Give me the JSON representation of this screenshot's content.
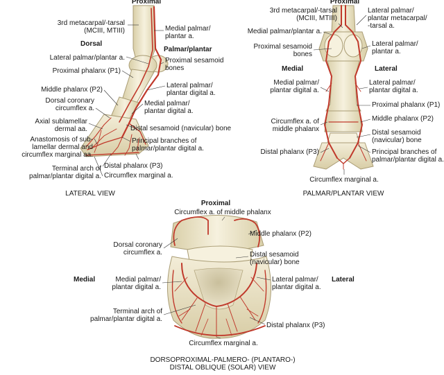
{
  "lateral": {
    "proximal": "Proximal",
    "mc3": "3rd metacarpal/-tarsal\n(MCIII, MTIII)",
    "medial_palmar": "Medial palmar/\nplantar a.",
    "dorsal": "Dorsal",
    "palmar_plantar": "Palmar/plantar",
    "lateral_palmar": "Lateral palmar/plantar a.",
    "prox_sesamoid": "Proximal sesamoid\nbones",
    "p1": "Proximal phalanx (P1)",
    "lat_digital": "Lateral palmar/\nplantar digital a.",
    "p2": "Middle phalanx (P2)",
    "dorsal_coronary": "Dorsal coronary\ncircumflex a.",
    "med_digital": "Medial palmar/\nplantar digital a.",
    "axial": "Axial sublamellar\ndermal aa.",
    "distal_sesamoid": "Distal sesamoid (navicular) bone",
    "anastomosis": "Anastomosis of sub-\nlamellar dermal and\ncircumflex marginal aa.",
    "principal": "Principal branches of\npalmar/plantar digital a.",
    "p3": "Distal phalanx (P3)",
    "terminal_arch": "Terminal arch of\npalmar/plantar digital a.",
    "circ_marginal": "Circumflex marginal a.",
    "caption": "LATERAL VIEW"
  },
  "palmar": {
    "proximal": "Proximal",
    "mc3": "3rd metacarpal/-tarsal\n(MCIII, MTIII)",
    "lat_meta": "Lateral palmar/\nplantar metacarpal/\n-tarsal a.",
    "medial_palmar": "Medial palmar/plantar a.",
    "lateral_palmar": "Lateral palmar/\nplantar a.",
    "prox_sesamoid": "Proximal sesamoid\nbones",
    "medial": "Medial",
    "lateral": "Lateral",
    "med_digital": "Medial palmar/\nplantar digital a.",
    "lat_digital": "Lateral palmar/\nplantar digital a.",
    "p1": "Proximal phalanx (P1)",
    "circ_middle": "Circumflex a. of\nmiddle phalanx",
    "p2": "Middle phalanx (P2)",
    "distal_sesamoid": "Distal sesamoid\n(navicular) bone",
    "p3": "Distal phalanx (P3)",
    "principal": "Principal branches of\npalmar/plantar digital a.",
    "circ_marginal": "Circumflex marginal a.",
    "caption": "PALMAR/PLANTAR VIEW"
  },
  "solar": {
    "proximal": "Proximal",
    "circ_middle": "Circumflex a. of middle phalanx",
    "p2": "Middle phalanx (P2)",
    "dorsal_coronary": "Dorsal coronary\ncircumflex a.",
    "distal_sesamoid": "Distal sesamoid\n(navicular) bone",
    "medial": "Medial",
    "lateral": "Lateral",
    "med_digital": "Medial palmar/\nplantar digital a.",
    "lat_digital": "Lateral palmar/\nplantar digital a.",
    "terminal_arch": "Terminal arch of\npalmar/plantar digital a.",
    "p3": "Distal phalanx (P3)",
    "circ_marginal": "Circumflex marginal a.",
    "caption": "DORSOPROXIMAL-PALMERO- (PLANTARO-)\nDISTAL OBLIQUE (SOLAR) VIEW"
  },
  "colors": {
    "bone": "#efe8cf",
    "bone_shade": "#d9cfa8",
    "artery": "#c0392b",
    "leader": "#333333"
  }
}
